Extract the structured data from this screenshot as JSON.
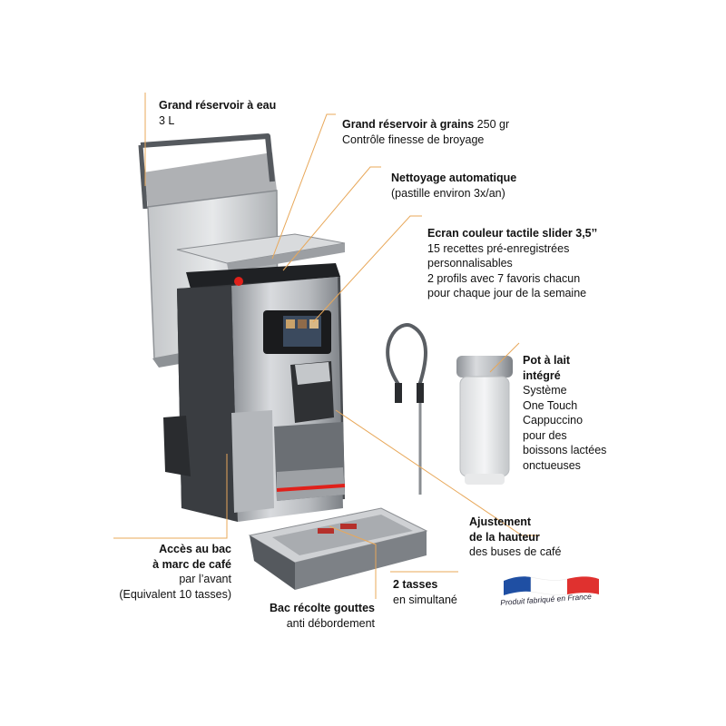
{
  "labels": {
    "water_tank": {
      "title": "Grand réservoir à eau",
      "line1": "3 L"
    },
    "bean_tank": {
      "title": "Grand réservoir à grains",
      "title_suffix": " 250 gr",
      "line1": "Contrôle finesse de broyage"
    },
    "auto_clean": {
      "title": "Nettoyage automatique",
      "line1": "(pastille environ 3x/an)"
    },
    "screen": {
      "title": "Ecran couleur tactile slider 3,5’’",
      "line1": "15 recettes pré-enregistrées",
      "line2": "personnalisables",
      "line3": "2 profils avec 7 favoris chacun",
      "line4": "pour chaque jour de la semaine"
    },
    "milk_jug": {
      "title1": "Pot à lait",
      "title2": "intégré",
      "line1": "Système",
      "line2": "One Touch",
      "line3": "Cappuccino",
      "line4": "pour des",
      "line5": "boissons lactées",
      "line6": "onctueuses"
    },
    "height": {
      "title1": "Ajustement",
      "title2": "de la hauteur",
      "line1": "des buses de café"
    },
    "grounds": {
      "title1": "Accès au bac",
      "title2": "à marc de café",
      "line1": "par l’avant",
      "line2": "(Equivalent 10 tasses)"
    },
    "drip_tray": {
      "title": "Bac récolte gouttes",
      "line1": "anti débordement"
    },
    "two_cups": {
      "title": "2 tasses",
      "line1": "en simultané"
    }
  },
  "badge": {
    "text": "Produit fabriqué en France"
  },
  "colors": {
    "leader": "#e8a85a",
    "flag_blue": "#1f4fa3",
    "flag_red": "#e0312f",
    "accent_red": "#e0201a"
  }
}
